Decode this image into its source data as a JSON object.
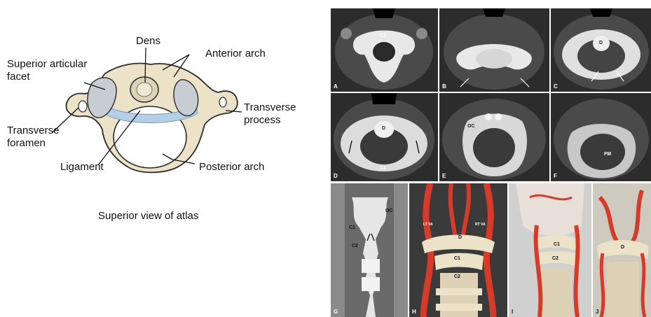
{
  "atlas_diagram": {
    "labels": {
      "dens": "Dens",
      "anterior_arch": "Anterior arch",
      "superior_articular_facet": "Superior articular\nfacet",
      "transverse_process": "Transverse\nprocess",
      "transverse_foramen": "Transverse\nforamen",
      "ligament": "Ligament",
      "posterior_arch": "Posterior arch"
    },
    "caption": "Superior view of atlas"
  },
  "ct_panels": [
    {
      "corner": "A",
      "labels": [
        "C2"
      ]
    },
    {
      "corner": "B",
      "labels": []
    },
    {
      "corner": "C",
      "labels": [
        "D"
      ]
    },
    {
      "corner": "D",
      "labels": [
        "D",
        "C1"
      ]
    },
    {
      "corner": "E",
      "labels": [
        "OC"
      ]
    },
    {
      "corner": "F",
      "labels": [
        "FM"
      ]
    }
  ],
  "reconstruction_panels": [
    {
      "corner": "G",
      "labels": [
        "OC",
        "C1",
        "C2"
      ]
    },
    {
      "corner": "H",
      "labels": [
        "D",
        "C1",
        "C2",
        "LT VA",
        "RT VA"
      ]
    },
    {
      "corner": "I",
      "labels": [
        "C1",
        "C2"
      ]
    },
    {
      "corner": "J",
      "labels": [
        "D"
      ]
    }
  ],
  "colors": {
    "bone": "#ece2c8",
    "bone_outline": "#2a2a2a",
    "facet": "#c8cdd4",
    "ligament": "#b4cfe6",
    "artery": "#d83a2a",
    "ct_background": "#0e0e0e"
  }
}
